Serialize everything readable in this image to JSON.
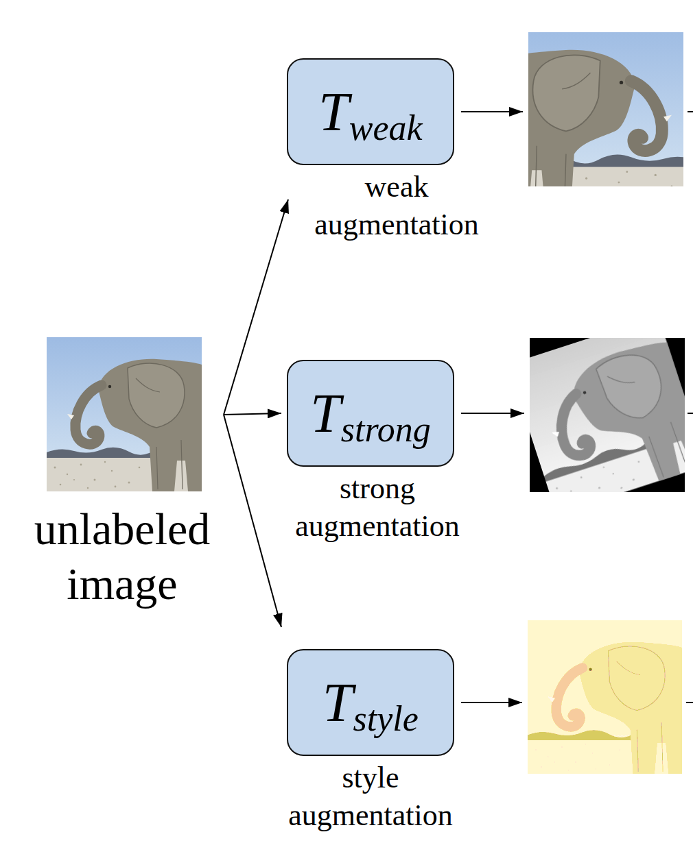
{
  "diagram": {
    "nodes": [
      {
        "text": [
          "unlabeled image"
        ]
      },
      {
        "text": [
          "T",
          "weak",
          "weak augmentation"
        ]
      },
      {
        "text": [
          "T",
          "strong",
          "strong augmentation"
        ]
      },
      {
        "text": [
          "T",
          "style",
          "style augmentation"
        ]
      }
    ],
    "edges": [
      {
        "from": 0,
        "to": 1,
        "arrow": "to"
      },
      {
        "from": 0,
        "to": 2,
        "arrow": "to"
      },
      {
        "from": 0,
        "to": 3,
        "arrow": "to"
      }
    ]
  }
}
